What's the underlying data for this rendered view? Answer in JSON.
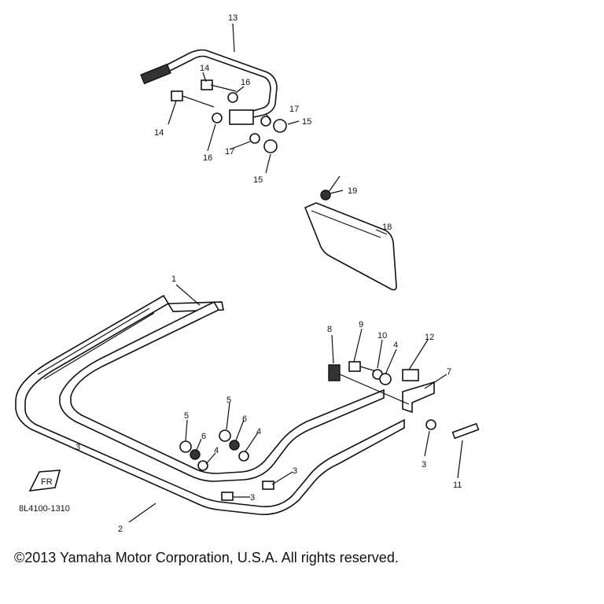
{
  "diagram": {
    "code": "8L4100-1310",
    "fr_mark": "FR",
    "copyright": "©2013 Yamaha Motor Corporation, U.S.A. All rights reserved.",
    "callouts": {
      "c1": "1",
      "c2": "2",
      "c3a": "3",
      "c3b": "3",
      "c3c": "3",
      "c3d": "3",
      "c4a": "4",
      "c4b": "4",
      "c4c": "4",
      "c5a": "5",
      "c5b": "5",
      "c6a": "6",
      "c6b": "6",
      "c7": "7",
      "c8": "8",
      "c9": "9",
      "c10": "10",
      "c11": "11",
      "c12": "12",
      "c13": "13",
      "c14a": "14",
      "c14b": "14",
      "c15a": "15",
      "c15b": "15",
      "c16a": "16",
      "c16b": "16",
      "c17a": "17",
      "c17b": "17",
      "c18": "18",
      "c19": "19"
    }
  }
}
